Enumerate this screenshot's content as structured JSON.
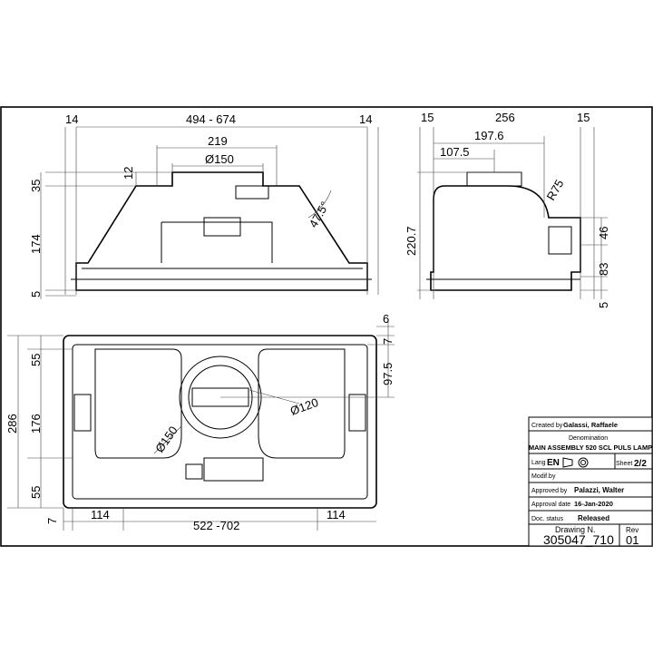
{
  "front_view": {
    "width_overall": "494 - 674",
    "side_left": "14",
    "side_right": "14",
    "duct_offset": "219",
    "duct_diameter": "Ø150",
    "height_top": "35",
    "height_collar": "12",
    "height_body": "174",
    "height_bottom": "5",
    "angle": "47.5°"
  },
  "side_view": {
    "margin_left": "15",
    "depth": "256",
    "margin_right": "15",
    "depth_partial": "197.6",
    "duct_center": "107.5",
    "radius": "R75",
    "height_total": "220.7",
    "height_upper": "46",
    "height_lower": "83",
    "height_bottom": "5"
  },
  "plan_view": {
    "offset_top_a": "6",
    "offset_top_b": "7",
    "duct_center_depth": "97.5",
    "depth_total": "286",
    "margin_top": "55",
    "inner_depth": "176",
    "margin_bottom": "55",
    "offset_bottom": "7",
    "margin_left": "114",
    "width_overall": "522 -702",
    "margin_right": "114",
    "inner_diameter": "Ø120",
    "outer_diameter": "Ø150"
  },
  "title_block": {
    "created_by_label": "Created by",
    "created_by": "Galassi, Raffaele",
    "denomination_label": "Denomination",
    "denomination": "MAIN ASSEMBLY 520 SCL PULS LAMP",
    "lang_label": "Lang",
    "lang": "EN",
    "sheet_label": "Sheet",
    "sheet": "2/2",
    "modif_label": "Modif.by",
    "approved_by_label": "Approved by",
    "approved_by": "Palazzi, Walter",
    "approval_date_label": "Approval date",
    "approval_date": "16-Jan-2020",
    "doc_status_label": "Doc. status",
    "doc_status": "Released",
    "drawing_label": "Drawing N.",
    "drawing_number": "305047_710",
    "rev_label": "Rev",
    "rev": "01"
  }
}
